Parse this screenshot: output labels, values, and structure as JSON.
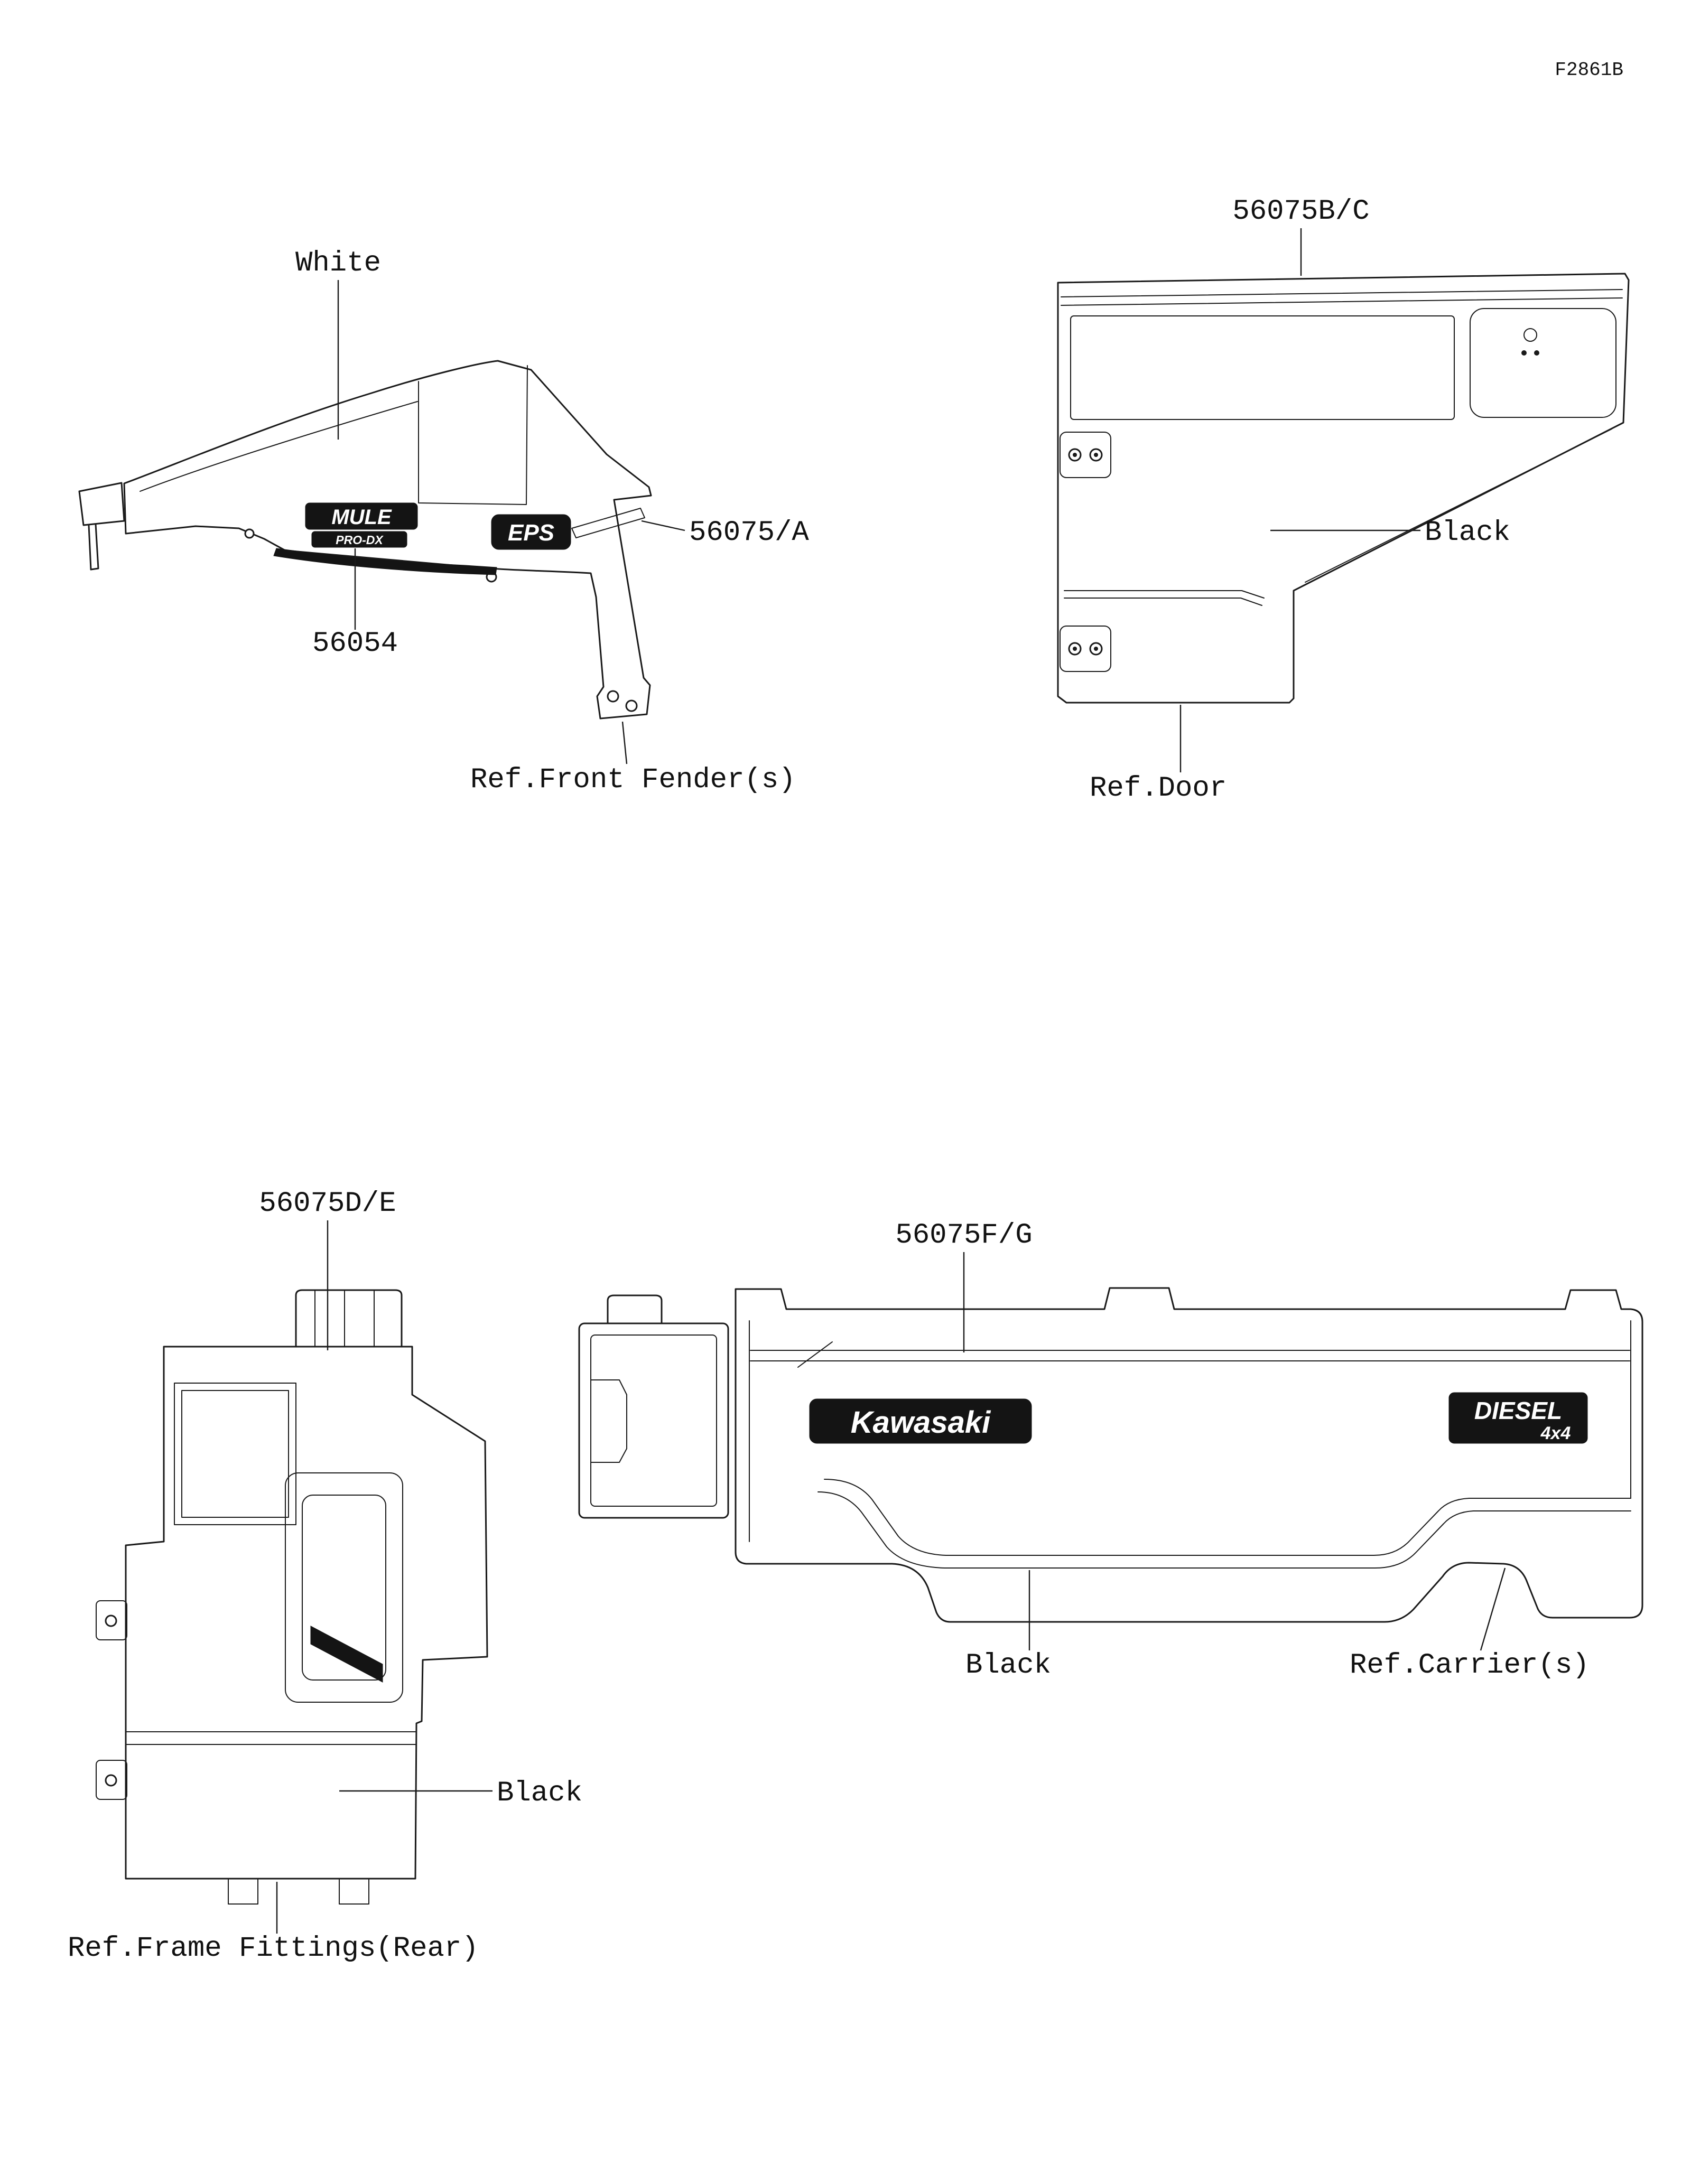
{
  "page": {
    "code": "F2861B"
  },
  "fender": {
    "color_label": "White",
    "decal_label": "56075/A",
    "emblem_label": "56054",
    "ref_label": "Ref.Front Fender(s)",
    "emblem_line1": "MULE",
    "emblem_line2": "PRO-DX",
    "eps_text": "EPS"
  },
  "door": {
    "decal_label": "56075B/C",
    "color_label": "Black",
    "ref_label": "Ref.Door"
  },
  "frame_fittings": {
    "decal_label": "56075D/E",
    "color_label": "Black",
    "ref_label": "Ref.Frame Fittings(Rear)"
  },
  "carrier": {
    "decal_label": "56075F/G",
    "color_label": "Black",
    "ref_label": "Ref.Carrier(s)",
    "brand_text": "Kawasaki",
    "diesel_text": "DIESEL",
    "fourx4_text": "4x4"
  }
}
